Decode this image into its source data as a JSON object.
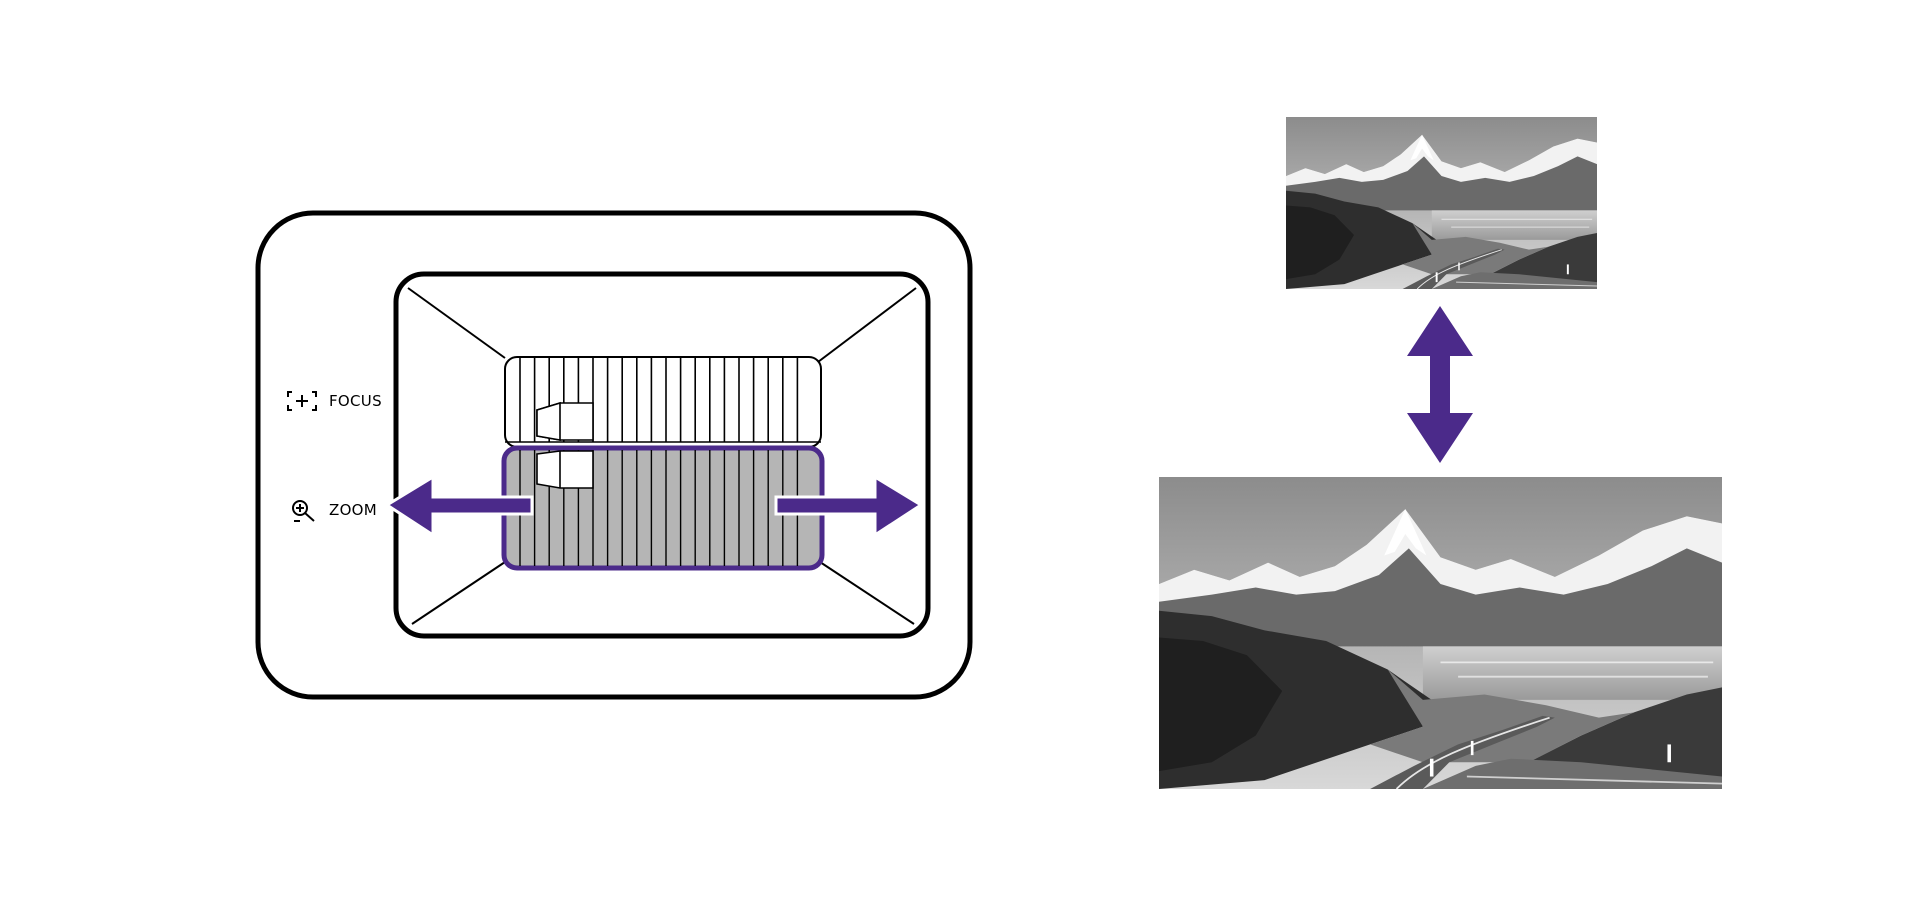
{
  "labels": {
    "focus": "FOCUS",
    "zoom": "ZOOM"
  },
  "icons": {
    "focus": "focus-icon",
    "zoom": "zoom-icon",
    "zoom_arrows": "horizontal-double-arrow",
    "size_arrow": "vertical-double-arrow"
  },
  "images": {
    "small_projection": "mountain-landscape-small",
    "large_projection": "mountain-landscape-large"
  },
  "colors": {
    "accent": "#4b2a8a",
    "zoom_ring_fill": "#b5b5b5",
    "outline": "#000000"
  }
}
